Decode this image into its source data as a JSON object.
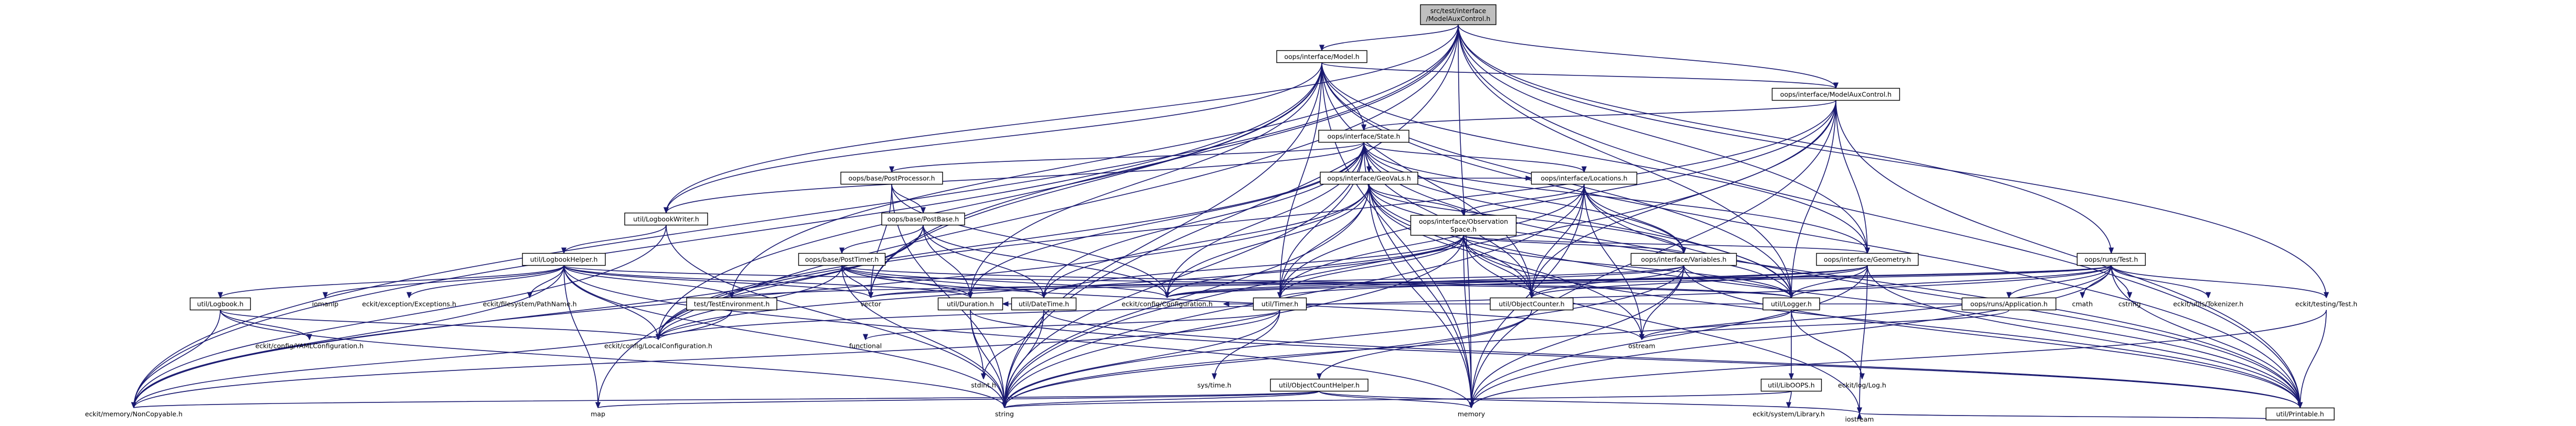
{
  "graph": {
    "colors": {
      "edge": "#191970",
      "root_fill": "#bfbfbf",
      "node_border": "#000000",
      "background": "#ffffff"
    },
    "nodes": [
      {
        "id": "root",
        "lines": [
          "src/test/interface",
          "/ModelAuxControl.h"
        ],
        "kind": "root"
      },
      {
        "id": "model",
        "lines": [
          "oops/interface/Model.h"
        ],
        "kind": "box"
      },
      {
        "id": "modelaux",
        "lines": [
          "oops/interface/ModelAuxControl.h"
        ],
        "kind": "box"
      },
      {
        "id": "state",
        "lines": [
          "oops/interface/State.h"
        ],
        "kind": "box"
      },
      {
        "id": "postproc",
        "lines": [
          "oops/base/PostProcessor.h"
        ],
        "kind": "box"
      },
      {
        "id": "geovals",
        "lines": [
          "oops/interface/GeoVaLs.h"
        ],
        "kind": "box"
      },
      {
        "id": "locations",
        "lines": [
          "oops/interface/Locations.h"
        ],
        "kind": "box"
      },
      {
        "id": "logbookwriter",
        "lines": [
          "util/LogbookWriter.h"
        ],
        "kind": "box"
      },
      {
        "id": "postbase",
        "lines": [
          "oops/base/PostBase.h"
        ],
        "kind": "box"
      },
      {
        "id": "obsspace",
        "lines": [
          "oops/interface/Observation",
          "Space.h"
        ],
        "kind": "box"
      },
      {
        "id": "logbookhelper",
        "lines": [
          "util/LogbookHelper.h"
        ],
        "kind": "box"
      },
      {
        "id": "posttimer",
        "lines": [
          "oops/base/PostTimer.h"
        ],
        "kind": "box"
      },
      {
        "id": "variables",
        "lines": [
          "oops/interface/Variables.h"
        ],
        "kind": "box"
      },
      {
        "id": "geometry",
        "lines": [
          "oops/interface/Geometry.h"
        ],
        "kind": "box"
      },
      {
        "id": "test",
        "lines": [
          "oops/runs/Test.h"
        ],
        "kind": "box"
      },
      {
        "id": "logbook",
        "lines": [
          "util/Logbook.h"
        ],
        "kind": "box"
      },
      {
        "id": "iomanip",
        "lines": [
          "iomanip"
        ],
        "kind": "plain"
      },
      {
        "id": "exceptions",
        "lines": [
          "eckit/exception/Exceptions.h"
        ],
        "kind": "plain"
      },
      {
        "id": "pathname",
        "lines": [
          "eckit/filesystem/PathName.h"
        ],
        "kind": "plain"
      },
      {
        "id": "testenv",
        "lines": [
          "test/TestEnvironment.h"
        ],
        "kind": "box"
      },
      {
        "id": "vector",
        "lines": [
          "vector"
        ],
        "kind": "plain"
      },
      {
        "id": "duration",
        "lines": [
          "util/Duration.h"
        ],
        "kind": "box"
      },
      {
        "id": "datetime",
        "lines": [
          "util/DateTime.h"
        ],
        "kind": "box"
      },
      {
        "id": "configuration",
        "lines": [
          "eckit/config/Configuration.h"
        ],
        "kind": "plain"
      },
      {
        "id": "timer",
        "lines": [
          "util/Timer.h"
        ],
        "kind": "box"
      },
      {
        "id": "objectcounter",
        "lines": [
          "util/ObjectCounter.h"
        ],
        "kind": "box"
      },
      {
        "id": "logger",
        "lines": [
          "util/Logger.h"
        ],
        "kind": "box"
      },
      {
        "id": "application",
        "lines": [
          "oops/runs/Application.h"
        ],
        "kind": "box"
      },
      {
        "id": "cmath",
        "lines": [
          "cmath"
        ],
        "kind": "plain"
      },
      {
        "id": "cstring",
        "lines": [
          "cstring"
        ],
        "kind": "plain"
      },
      {
        "id": "tokenizer",
        "lines": [
          "eckit/utils/Tokenizer.h"
        ],
        "kind": "plain"
      },
      {
        "id": "eckittest",
        "lines": [
          "eckit/testing/Test.h"
        ],
        "kind": "plain"
      },
      {
        "id": "yamlconf",
        "lines": [
          "eckit/config/YAMLConfiguration.h"
        ],
        "kind": "plain"
      },
      {
        "id": "localconf",
        "lines": [
          "eckit/config/LocalConfiguration.h"
        ],
        "kind": "plain"
      },
      {
        "id": "functional",
        "lines": [
          "functional"
        ],
        "kind": "plain"
      },
      {
        "id": "ostream",
        "lines": [
          "ostream"
        ],
        "kind": "plain"
      },
      {
        "id": "systime",
        "lines": [
          "sys/time.h"
        ],
        "kind": "plain"
      },
      {
        "id": "stdint",
        "lines": [
          "stdint.h"
        ],
        "kind": "plain"
      },
      {
        "id": "objcounthelper",
        "lines": [
          "util/ObjectCountHelper.h"
        ],
        "kind": "box"
      },
      {
        "id": "liboops",
        "lines": [
          "util/LibOOPS.h"
        ],
        "kind": "box"
      },
      {
        "id": "eckitlog",
        "lines": [
          "eckit/log/Log.h"
        ],
        "kind": "plain"
      },
      {
        "id": "library",
        "lines": [
          "eckit/system/Library.h"
        ],
        "kind": "plain"
      },
      {
        "id": "noncopyable",
        "lines": [
          "eckit/memory/NonCopyable.h"
        ],
        "kind": "plain"
      },
      {
        "id": "map",
        "lines": [
          "map"
        ],
        "kind": "plain"
      },
      {
        "id": "string",
        "lines": [
          "string"
        ],
        "kind": "plain"
      },
      {
        "id": "memory",
        "lines": [
          "memory"
        ],
        "kind": "plain"
      },
      {
        "id": "printable",
        "lines": [
          "util/Printable.h"
        ],
        "kind": "box"
      },
      {
        "id": "iostream",
        "lines": [
          "iostream"
        ],
        "kind": "plain"
      }
    ],
    "edges": [
      [
        "root",
        "model"
      ],
      [
        "root",
        "modelaux"
      ],
      [
        "root",
        "test"
      ],
      [
        "root",
        "geometry"
      ],
      [
        "root",
        "testenv"
      ],
      [
        "root",
        "vector"
      ],
      [
        "root",
        "noncopyable"
      ],
      [
        "root",
        "string"
      ],
      [
        "root",
        "memory"
      ],
      [
        "root",
        "printable"
      ],
      [
        "root",
        "eckittest"
      ],
      [
        "root",
        "logbookwriter"
      ],
      [
        "root",
        "map"
      ],
      [
        "root",
        "logger"
      ],
      [
        "model",
        "modelaux"
      ],
      [
        "model",
        "state"
      ],
      [
        "model",
        "geometry"
      ],
      [
        "model",
        "logbookwriter"
      ],
      [
        "model",
        "timer"
      ],
      [
        "model",
        "objectcounter"
      ],
      [
        "model",
        "logger"
      ],
      [
        "model",
        "printable"
      ],
      [
        "model",
        "noncopyable"
      ],
      [
        "model",
        "string"
      ],
      [
        "model",
        "memory"
      ],
      [
        "model",
        "vector"
      ],
      [
        "model",
        "duration"
      ],
      [
        "model",
        "localconf"
      ],
      [
        "modelaux",
        "state"
      ],
      [
        "modelaux",
        "geometry"
      ],
      [
        "modelaux",
        "timer"
      ],
      [
        "modelaux",
        "objectcounter"
      ],
      [
        "modelaux",
        "logger"
      ],
      [
        "modelaux",
        "printable"
      ],
      [
        "modelaux",
        "memory"
      ],
      [
        "modelaux",
        "string"
      ],
      [
        "modelaux",
        "localconf"
      ],
      [
        "state",
        "postproc"
      ],
      [
        "state",
        "geovals"
      ],
      [
        "state",
        "locations"
      ],
      [
        "state",
        "variables"
      ],
      [
        "state",
        "geometry"
      ],
      [
        "state",
        "logbookwriter"
      ],
      [
        "state",
        "duration"
      ],
      [
        "state",
        "datetime"
      ],
      [
        "state",
        "timer"
      ],
      [
        "state",
        "objectcounter"
      ],
      [
        "state",
        "logger"
      ],
      [
        "state",
        "printable"
      ],
      [
        "state",
        "memory"
      ],
      [
        "state",
        "string"
      ],
      [
        "state",
        "configuration"
      ],
      [
        "state",
        "localconf"
      ],
      [
        "postproc",
        "postbase"
      ],
      [
        "postproc",
        "vector"
      ],
      [
        "postproc",
        "string"
      ],
      [
        "postproc",
        "configuration"
      ],
      [
        "postbase",
        "posttimer"
      ],
      [
        "postbase",
        "duration"
      ],
      [
        "postbase",
        "datetime"
      ],
      [
        "postbase",
        "configuration"
      ],
      [
        "postbase",
        "localconf"
      ],
      [
        "postbase",
        "noncopyable"
      ],
      [
        "posttimer",
        "duration"
      ],
      [
        "posttimer",
        "datetime"
      ],
      [
        "posttimer",
        "vector"
      ],
      [
        "posttimer",
        "configuration"
      ],
      [
        "posttimer",
        "localconf"
      ],
      [
        "posttimer",
        "string"
      ],
      [
        "posttimer",
        "ostream"
      ],
      [
        "posttimer",
        "logger"
      ],
      [
        "geovals",
        "obsspace"
      ],
      [
        "geovals",
        "locations"
      ],
      [
        "geovals",
        "variables"
      ],
      [
        "geovals",
        "timer"
      ],
      [
        "geovals",
        "objectcounter"
      ],
      [
        "geovals",
        "logger"
      ],
      [
        "geovals",
        "printable"
      ],
      [
        "geovals",
        "memory"
      ],
      [
        "geovals",
        "ostream"
      ],
      [
        "geovals",
        "string"
      ],
      [
        "geovals",
        "noncopyable"
      ],
      [
        "geovals",
        "configuration"
      ],
      [
        "geovals",
        "datetime"
      ],
      [
        "locations",
        "obsspace"
      ],
      [
        "locations",
        "variables"
      ],
      [
        "locations",
        "timer"
      ],
      [
        "locations",
        "objectcounter"
      ],
      [
        "locations",
        "logger"
      ],
      [
        "locations",
        "printable"
      ],
      [
        "locations",
        "memory"
      ],
      [
        "locations",
        "string"
      ],
      [
        "locations",
        "ostream"
      ],
      [
        "obsspace",
        "variables"
      ],
      [
        "obsspace",
        "geometry"
      ],
      [
        "obsspace",
        "datetime"
      ],
      [
        "obsspace",
        "timer"
      ],
      [
        "obsspace",
        "objectcounter"
      ],
      [
        "obsspace",
        "logger"
      ],
      [
        "obsspace",
        "printable"
      ],
      [
        "obsspace",
        "memory"
      ],
      [
        "obsspace",
        "string"
      ],
      [
        "obsspace",
        "iostream"
      ],
      [
        "obsspace",
        "localconf"
      ],
      [
        "obsspace",
        "configuration"
      ],
      [
        "variables",
        "configuration"
      ],
      [
        "variables",
        "objectcounter"
      ],
      [
        "variables",
        "logger"
      ],
      [
        "variables",
        "printable"
      ],
      [
        "variables",
        "memory"
      ],
      [
        "variables",
        "string"
      ],
      [
        "variables",
        "vector"
      ],
      [
        "variables",
        "ostream"
      ],
      [
        "geometry",
        "objectcounter"
      ],
      [
        "geometry",
        "timer"
      ],
      [
        "geometry",
        "logger"
      ],
      [
        "geometry",
        "printable"
      ],
      [
        "geometry",
        "memory"
      ],
      [
        "geometry",
        "iostream"
      ],
      [
        "geometry",
        "configuration"
      ],
      [
        "logbookwriter",
        "logbookhelper"
      ],
      [
        "logbookwriter",
        "string"
      ],
      [
        "logbookwriter",
        "noncopyable"
      ],
      [
        "logbookhelper",
        "logbook"
      ],
      [
        "logbookhelper",
        "iomanip"
      ],
      [
        "logbookhelper",
        "exceptions"
      ],
      [
        "logbookhelper",
        "pathname"
      ],
      [
        "logbookhelper",
        "localconf"
      ],
      [
        "logbookhelper",
        "testenv"
      ],
      [
        "logbookhelper",
        "vector"
      ],
      [
        "logbookhelper",
        "string"
      ],
      [
        "logbookhelper",
        "map"
      ],
      [
        "logbookhelper",
        "noncopyable"
      ],
      [
        "logbookhelper",
        "memory"
      ],
      [
        "logbookhelper",
        "logger"
      ],
      [
        "logbookhelper",
        "duration"
      ],
      [
        "logbook",
        "yamlconf"
      ],
      [
        "logbook",
        "localconf"
      ],
      [
        "logbook",
        "noncopyable"
      ],
      [
        "logbook",
        "string"
      ],
      [
        "testenv",
        "localconf"
      ],
      [
        "testenv",
        "noncopyable"
      ],
      [
        "duration",
        "stdint"
      ],
      [
        "duration",
        "string"
      ],
      [
        "duration",
        "printable"
      ],
      [
        "datetime",
        "stdint"
      ],
      [
        "datetime",
        "string"
      ],
      [
        "datetime",
        "duration"
      ],
      [
        "datetime",
        "printable"
      ],
      [
        "timer",
        "systime"
      ],
      [
        "timer",
        "string"
      ],
      [
        "timer",
        "functional"
      ],
      [
        "timer",
        "noncopyable"
      ],
      [
        "objectcounter",
        "objcounthelper"
      ],
      [
        "objectcounter",
        "string"
      ],
      [
        "objcounthelper",
        "map"
      ],
      [
        "objcounthelper",
        "noncopyable"
      ],
      [
        "objcounthelper",
        "string"
      ],
      [
        "objcounthelper",
        "memory"
      ],
      [
        "objcounthelper",
        "iostream"
      ],
      [
        "logger",
        "liboops"
      ],
      [
        "logger",
        "eckitlog"
      ],
      [
        "logger",
        "ostream"
      ],
      [
        "liboops",
        "library"
      ],
      [
        "liboops",
        "string"
      ],
      [
        "test",
        "application"
      ],
      [
        "test",
        "cmath"
      ],
      [
        "test",
        "cstring"
      ],
      [
        "test",
        "tokenizer"
      ],
      [
        "test",
        "eckittest"
      ],
      [
        "test",
        "testenv"
      ],
      [
        "test",
        "logger"
      ],
      [
        "test",
        "printable"
      ],
      [
        "test",
        "string"
      ],
      [
        "test",
        "vector"
      ],
      [
        "test",
        "memory"
      ],
      [
        "test",
        "configuration"
      ],
      [
        "test",
        "localconf"
      ],
      [
        "application",
        "ostream"
      ],
      [
        "application",
        "configuration"
      ],
      [
        "eckittest",
        "printable"
      ],
      [
        "eckittest",
        "memory"
      ],
      [
        "printable",
        "iostream"
      ]
    ]
  }
}
